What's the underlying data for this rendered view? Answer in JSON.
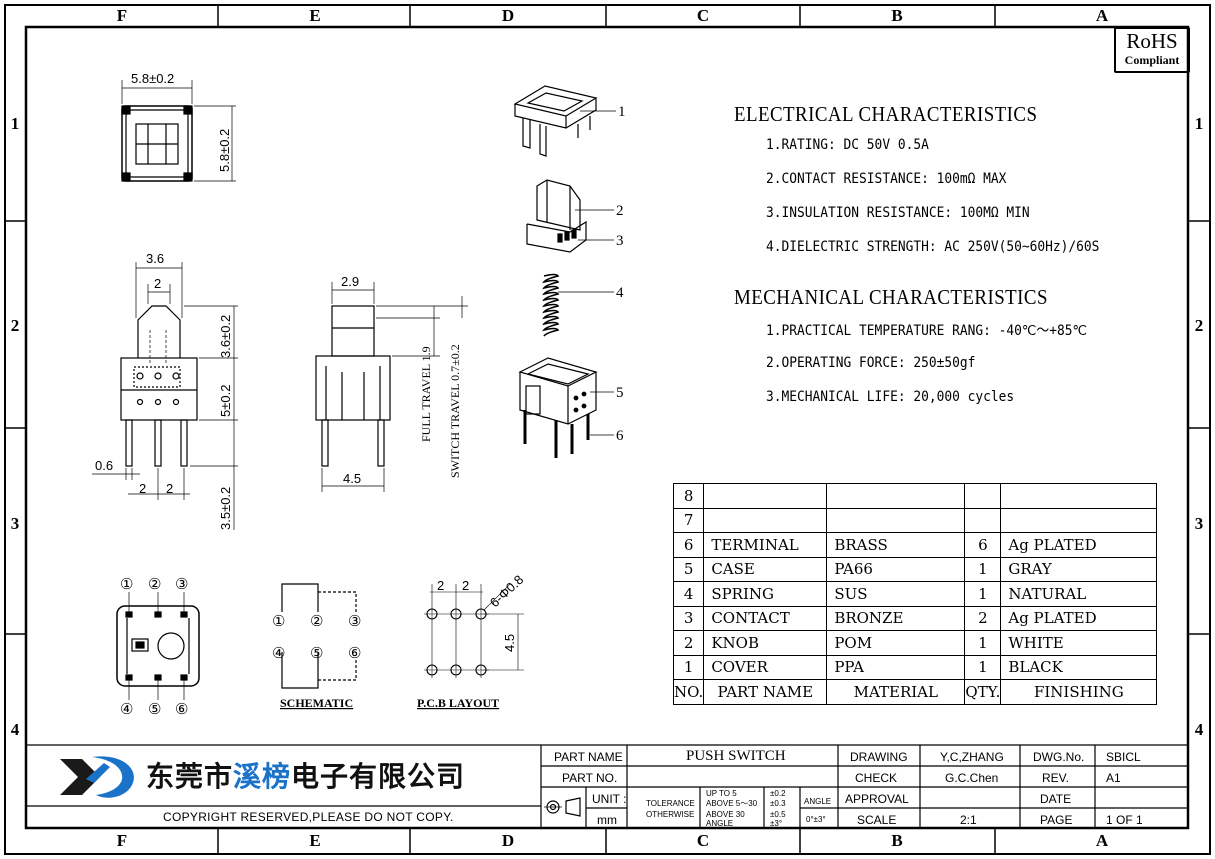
{
  "zones": {
    "top": [
      "F",
      "E",
      "D",
      "C",
      "B",
      "A"
    ],
    "bottom": [
      "F",
      "E",
      "D",
      "C",
      "B",
      "A"
    ],
    "left": [
      "1",
      "2",
      "3",
      "4"
    ],
    "right": [
      "1",
      "2",
      "3",
      "4"
    ]
  },
  "rohs": {
    "line1": "RoHS",
    "line2": "Compliant"
  },
  "electrical": {
    "title": "ELECTRICAL CHARACTERISTICS",
    "items": [
      "1.RATING: DC 50V 0.5A",
      "2.CONTACT RESISTANCE: 100mΩ MAX",
      "3.INSULATION RESISTANCE: 100MΩ MIN",
      "4.DIELECTRIC STRENGTH: AC 250V(50~60Hz)/60S"
    ]
  },
  "mechanical": {
    "title": "MECHANICAL CHARACTERISTICS",
    "items": [
      "1.PRACTICAL TEMPERATURE RANG: -40℃～+85℃",
      "2.OPERATING FORCE: 250±50gf",
      "3.MECHANICAL LIFE: 20,000 cycles"
    ]
  },
  "bom": {
    "rows": [
      {
        "no": "8",
        "name": "",
        "material": "",
        "qty": "",
        "finishing": ""
      },
      {
        "no": "7",
        "name": "",
        "material": "",
        "qty": "",
        "finishing": ""
      },
      {
        "no": "6",
        "name": "TERMINAL",
        "material": "BRASS",
        "qty": "6",
        "finishing": "Ag PLATED"
      },
      {
        "no": "5",
        "name": "CASE",
        "material": "PA66",
        "qty": "1",
        "finishing": "GRAY"
      },
      {
        "no": "4",
        "name": "SPRING",
        "material": "SUS",
        "qty": "1",
        "finishing": "NATURAL"
      },
      {
        "no": "3",
        "name": "CONTACT",
        "material": "BRONZE",
        "qty": "2",
        "finishing": "Ag PLATED"
      },
      {
        "no": "2",
        "name": "KNOB",
        "material": "POM",
        "qty": "1",
        "finishing": "WHITE"
      },
      {
        "no": "1",
        "name": "COVER",
        "material": "PPA",
        "qty": "1",
        "finishing": "BLACK"
      }
    ],
    "header": {
      "no": "NO.",
      "name": "PART NAME",
      "material": "MATERIAL",
      "qty": "QTY.",
      "finishing": "FINISHING"
    }
  },
  "dimensions": {
    "top_width": "5.8±0.2",
    "top_height": "5.8±0.2",
    "front_width": "3.6",
    "front_inner": "2",
    "front_h1": "3.6±0.2",
    "front_h2": "5±0.2",
    "front_h3": "3.5±0.2",
    "pin_width": "0.6",
    "pin_pitch_a": "2",
    "pin_pitch_b": "2",
    "side_width": "2.9",
    "side_base": "4.5",
    "full_travel": "FULL TRAVEL 1.9",
    "switch_travel": "SWITCH TRAVEL 0.7±0.2",
    "pcb_pitch_a": "2",
    "pcb_pitch_b": "2",
    "pcb_holes": "6-Φ0.8",
    "pcb_height": "4.5"
  },
  "parts_callouts": [
    "1",
    "2",
    "3",
    "4",
    "5",
    "6"
  ],
  "pin_numbers": {
    "top": [
      "①",
      "②",
      "③"
    ],
    "bottom": [
      "④",
      "⑤",
      "⑥"
    ]
  },
  "labels": {
    "schematic": "SCHEMATIC",
    "pcb": "P.C.B LAYOUT"
  },
  "company": {
    "part1": "东莞市",
    "part2": "溪榜",
    "part3": "电子",
    "part4": "有限公司"
  },
  "copyright": "COPYRIGHT RESERVED,PLEASE DO NOT COPY.",
  "titleblock": {
    "part_name_label": "PART NAME",
    "part_name": "PUSH SWITCH",
    "part_no_label": "PART NO.",
    "part_no": "",
    "unit_label": "UNIT :",
    "unit": "mm",
    "tolerance_label1": "TOLERANCE",
    "tolerance_label2": "OTHERWISE",
    "tol_rows": [
      {
        "range": "UP TO 5",
        "value": "±0.2"
      },
      {
        "range": "ABOVE 5～30",
        "value": "±0.3"
      },
      {
        "range": "ABOVE 30",
        "value": "±0.5"
      },
      {
        "range": "ANGLE",
        "value": "±3°"
      }
    ],
    "angle_label": "ANGLE",
    "angle_value": "0°±3°",
    "drawing_label": "DRAWING",
    "drawing": "Y,C,ZHANG",
    "check_label": "CHECK",
    "check": "G.C.Chen",
    "approval_label": "APPROVAL",
    "approval": "",
    "scale_label": "SCALE",
    "scale": "2:1",
    "dwg_label": "DWG.No.",
    "dwg": "SBICL",
    "rev_label": "REV.",
    "rev": "A1",
    "date_label": "DATE",
    "date": "",
    "page_label": "PAGE",
    "page": "1 OF 1"
  }
}
